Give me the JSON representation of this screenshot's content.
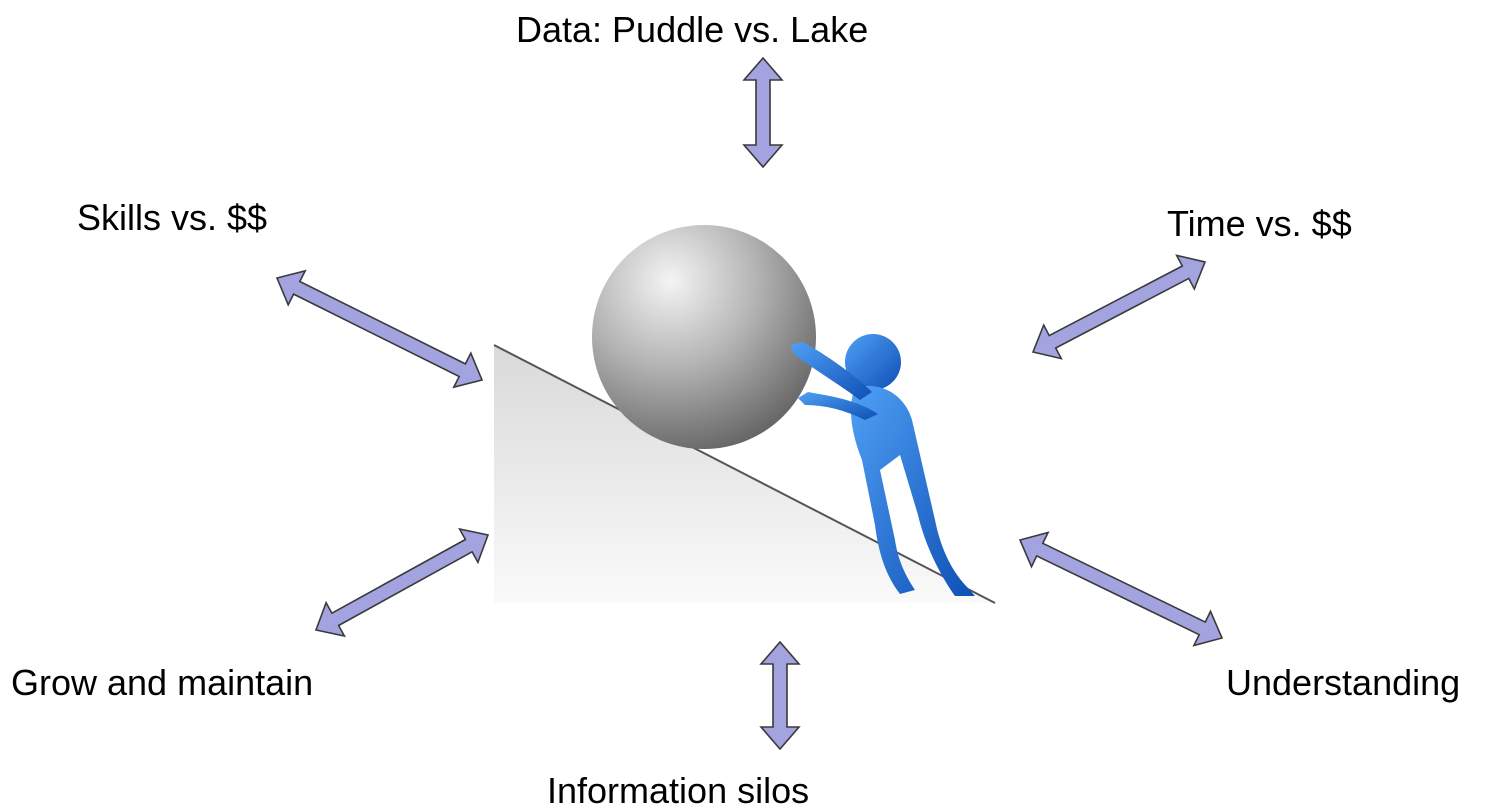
{
  "labels": {
    "top": "Data: Puddle vs. Lake",
    "top_left": "Skills vs. $$",
    "top_right": "Time vs. $$",
    "bottom_left": "Grow and maintain",
    "bottom_right": "Understanding",
    "bottom": "Information silos"
  },
  "colors": {
    "arrow_fill": "#a3a3e0",
    "arrow_stroke": "#3a3a3a",
    "figure_blue": "#1f6fd8",
    "ball_gray": "#8e8e8e",
    "slope_gray": "#e6e6e6"
  },
  "illustration": "figure-pushing-boulder-uphill"
}
